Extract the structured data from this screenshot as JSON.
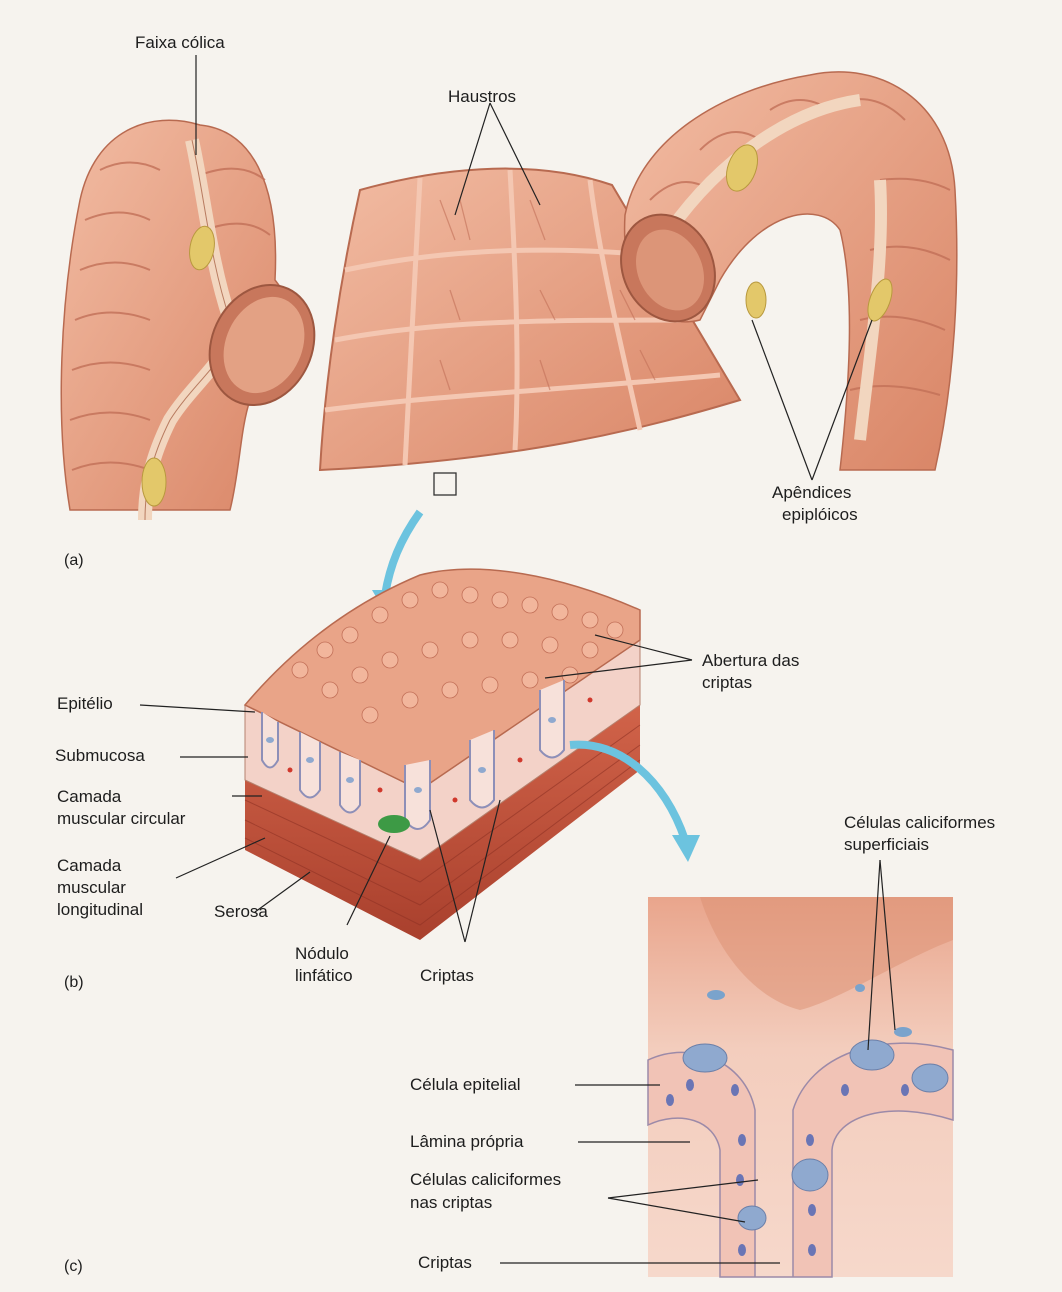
{
  "panels": {
    "a": "(a)",
    "b": "(b)",
    "c": "(c)"
  },
  "labels": {
    "faixa_colica": "Faixa cólica",
    "haustros": "Haustros",
    "apendices_1": "Apêndices",
    "apendices_2": "epiplóicos",
    "abertura_1": "Abertura das",
    "abertura_2": "criptas",
    "epitelio": "Epitélio",
    "submucosa": "Submucosa",
    "camada_circ_1": "Camada",
    "camada_circ_2": "muscular circular",
    "camada_long_1": "Camada",
    "camada_long_2": "muscular",
    "camada_long_3": "longitudinal",
    "serosa": "Serosa",
    "nodulo_1": "Nódulo",
    "nodulo_2": "linfático",
    "criptas_b": "Criptas",
    "celulas_sup_1": "Células caliciformes",
    "celulas_sup_2": "superficiais",
    "celula_epitelial": "Célula epitelial",
    "lamina_propria": "Lâmina própria",
    "celulas_criptas_1": "Células caliciformes",
    "celulas_criptas_2": "nas criptas",
    "criptas_c": "Criptas"
  },
  "colors": {
    "tissue": "#e9a488",
    "tissue_dark": "#c9765a",
    "tissue_light": "#f4c7b2",
    "band": "#f2d6bf",
    "fat": "#e3c86a",
    "mucosa_pink": "#f3d2c8",
    "muscle": "#c8553a",
    "goblet": "#8fa9cf",
    "arrow": "#6cc3df",
    "nodule": "#3d9a45"
  }
}
